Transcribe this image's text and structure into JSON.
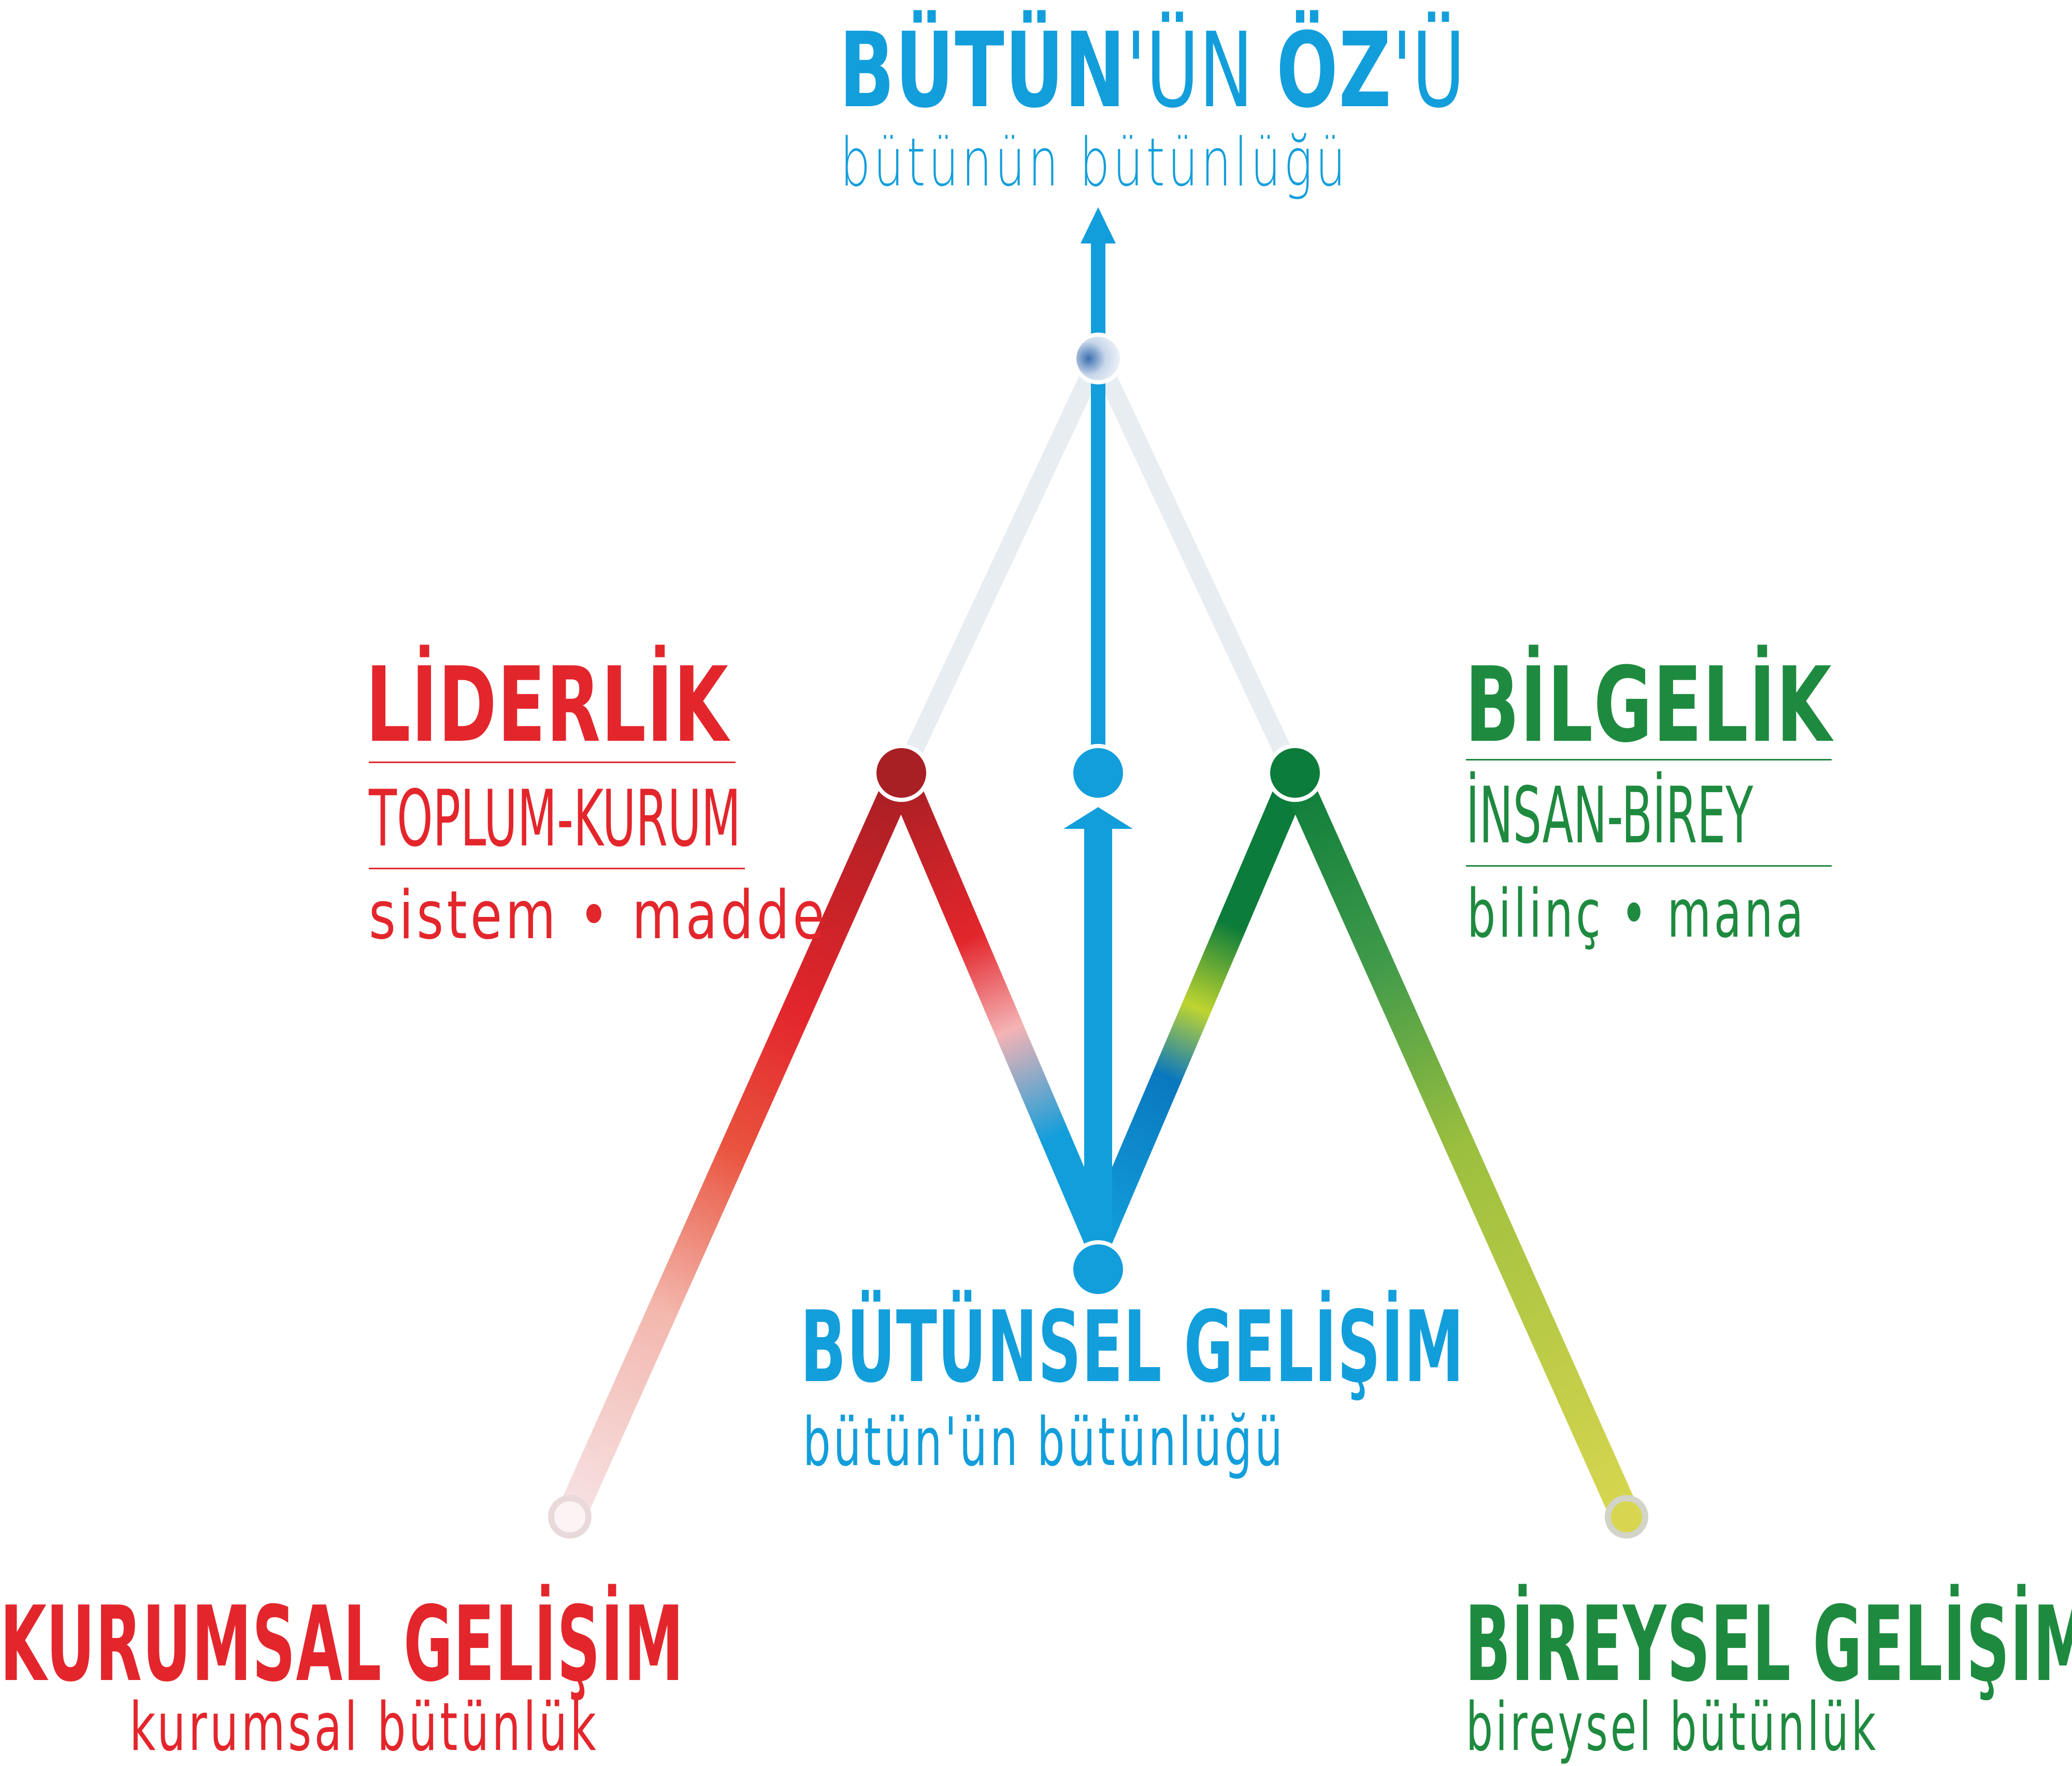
{
  "top": {
    "title_bold": "BÜTÜN",
    "title_mid": "'ÜN ",
    "title_bold2": "ÖZ",
    "title_end": "'Ü",
    "subtitle": "bütünün bütünlüğü"
  },
  "left_mid": {
    "title": "LİDERLİK",
    "line2": "TOPLUM-KURUM",
    "line3": "sistem • madde"
  },
  "right_mid": {
    "title": "BİLGELİK",
    "line2": "İNSAN-BİREY",
    "line3": "bilinç • mana"
  },
  "center": {
    "title": "BÜTÜNSEL GELİŞİM",
    "subtitle": "bütün'ün bütünlüğü"
  },
  "bottom_left": {
    "title": "KURUMSAL GELİŞİM",
    "subtitle": "kurumsal bütünlük"
  },
  "bottom_right": {
    "title": "BİREYSEL GELİŞİM",
    "subtitle": "bireysel bütünlük"
  },
  "colors": {
    "blue": "#129edb",
    "red": "#e3262c",
    "dark_red": "#a81f24",
    "green": "#1e8a3f",
    "dark_green": "#0b7c3a",
    "yellow_green": "#cfd24a",
    "gray_line": "#e8edf2"
  }
}
